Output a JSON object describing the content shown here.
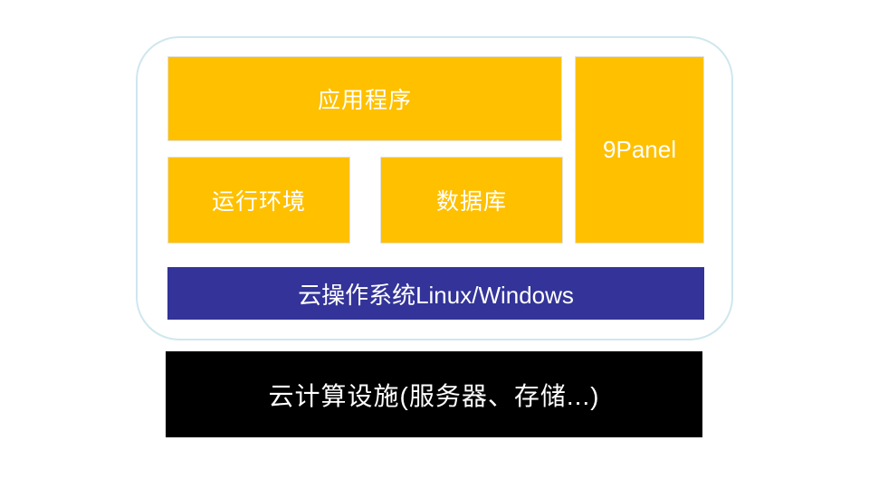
{
  "diagram": {
    "title": "cloud-architecture-stack",
    "app_box_label": "应用程序",
    "runtime_box_label": "运行环境",
    "database_box_label": "数据库",
    "panel_box_label": "9Panel",
    "os_bar_label": "云操作系统Linux/Windows",
    "infra_bar_label": "云计算设施(服务器、存储...)"
  },
  "colors": {
    "box_orange": "#FFC000",
    "os_bar_blue": "#333399",
    "infra_bar_black": "#000000",
    "platform_border": "#CFE7EF",
    "text_white": "#FFFFFF"
  }
}
